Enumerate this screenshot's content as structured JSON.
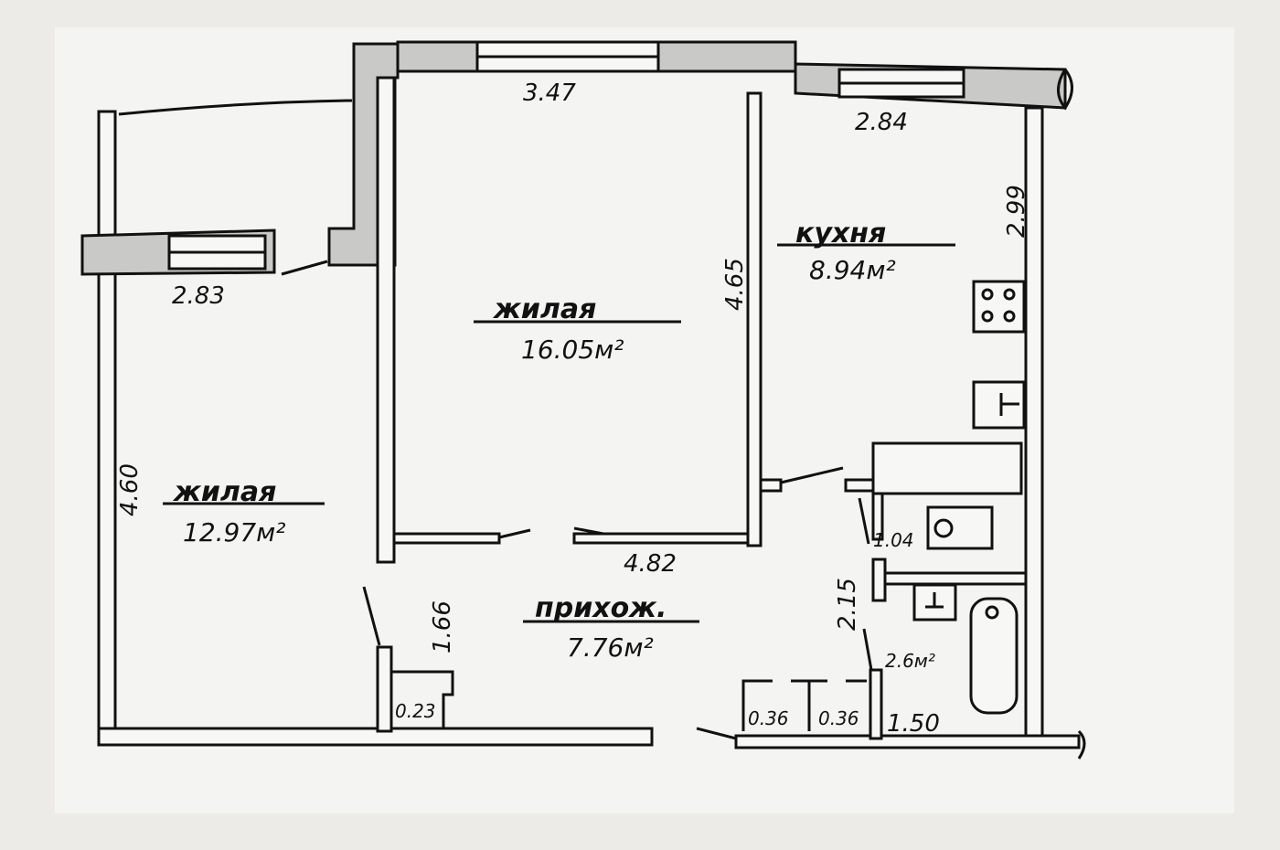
{
  "rooms": {
    "kitchen": {
      "name": "кухня",
      "area": "8.94м²"
    },
    "living_middle": {
      "name": "жилая",
      "area": "16.05м²"
    },
    "living_left": {
      "name": "жилая",
      "area": "12.97м²"
    },
    "hall": {
      "name": "прихож.",
      "area": "7.76м²"
    },
    "bathroom": {
      "area": "2.6м²"
    }
  },
  "dimensions": {
    "middle_top": "3.47",
    "kitchen_top": "2.84",
    "kitchen_right": "2.99",
    "middle_right": "4.65",
    "left_window": "2.83",
    "left_side": "4.60",
    "middle_bottom": "4.82",
    "hall_left": "1.66",
    "closet_left": "0.23",
    "closet_a": "0.36",
    "closet_b": "0.36",
    "bath_door": "1.04",
    "bath_side": "2.15",
    "bath_bottom": "1.50"
  },
  "colors": {
    "paper": "#ecebe8",
    "ink": "#111111",
    "wall_fill": "#c9c9c7"
  }
}
